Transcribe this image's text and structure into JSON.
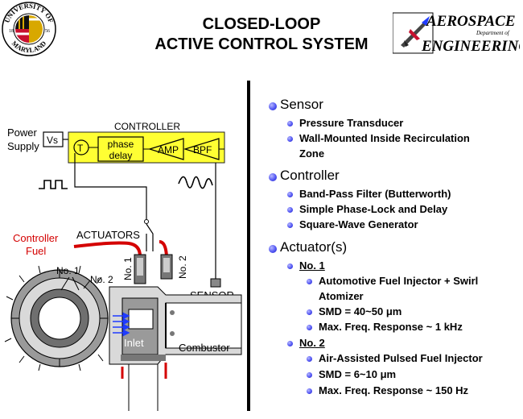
{
  "header": {
    "title_line1": "CLOSED-LOOP",
    "title_line2": "ACTIVE CONTROL SYSTEM",
    "left_logo": {
      "top": "UNIVERSITY OF",
      "bottom": "MARYLAND",
      "year_left": "18",
      "year_right": "56"
    },
    "right_logo": {
      "word1": "AEROSPACE",
      "small": "Department of",
      "word2": "ENGINEERING"
    }
  },
  "diagram": {
    "power_supply_line1": "Power",
    "power_supply_line2": "Supply",
    "vs": "Vs",
    "controller": "CONTROLLER",
    "transistor": "T",
    "phase_line1": "phase",
    "phase_line2": "delay",
    "amp": "AMP",
    "bpf": "BPF",
    "actuators": "ACTUATORS",
    "controller_fuel_line1": "Controller",
    "controller_fuel_line2": "Fuel",
    "no1_section": "No. 1",
    "no2_section": "No. 2",
    "no1_vertical": "No. 1",
    "no2_vertical": "No. 2",
    "sensor": "SENSOR",
    "inlet": "Inlet",
    "combustor": "Combustor",
    "colors": {
      "controller_box": "#ffff33",
      "fuel_red": "#d40000",
      "flow_blue": "#1f3bff"
    }
  },
  "bullets": {
    "sensor": {
      "title": "Sensor",
      "items": [
        "Pressure Transducer",
        "Wall-Mounted Inside Recirculation",
        "Zone"
      ]
    },
    "controller": {
      "title": "Controller",
      "items": [
        "Band-Pass Filter (Butterworth)",
        "Simple Phase-Lock and Delay",
        "Square-Wave Generator"
      ]
    },
    "actuator": {
      "title": "Actuator(s)",
      "no1": "No. 1",
      "no1_items": [
        "Automotive Fuel Injector + Swirl",
        "Atomizer",
        "SMD = 40~50 μm",
        "Max. Freq. Response ~ 1 kHz"
      ],
      "no2": "No. 2",
      "no2_items": [
        "Air-Assisted Pulsed Fuel Injector",
        "SMD = 6~10 μm",
        "Max. Freq. Response ~ 150 Hz"
      ]
    },
    "bullet_color": "#4b4ff2"
  }
}
